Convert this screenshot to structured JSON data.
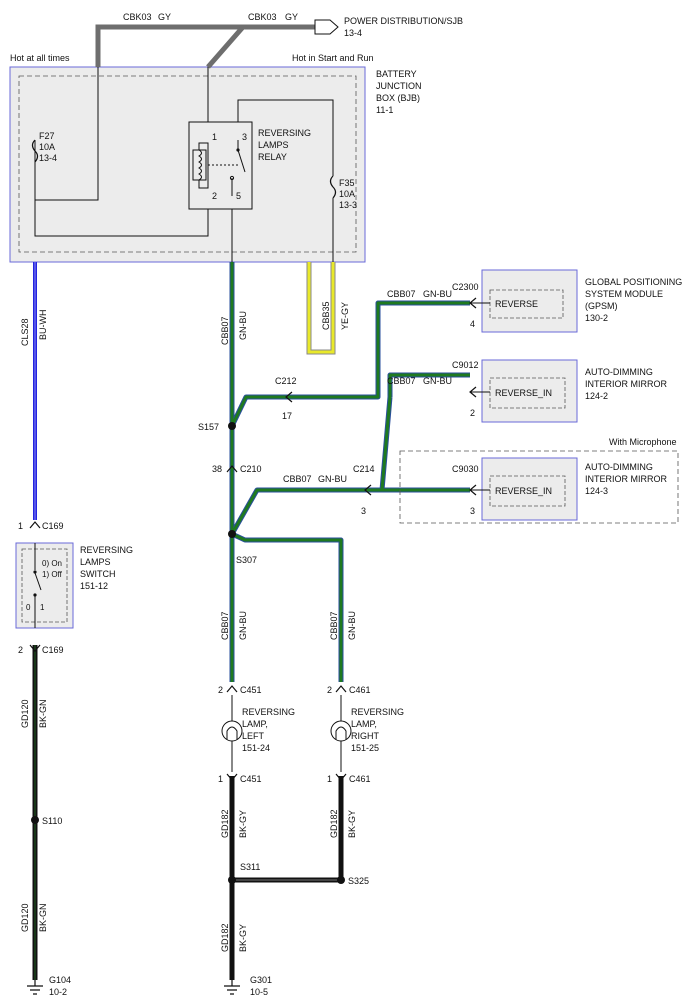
{
  "colors": {
    "gray_wire": "#6e6e6e",
    "bu_wh": "#2323e0",
    "gn_bu_outer": "#2a4f9c",
    "gn_bu_inner": "#1f7a1f",
    "ye_gy_outer": "#8a8a8a",
    "ye_gy_inner": "#e9e92a",
    "black": "#111111",
    "module_border": "#6a6ad8",
    "module_fill": "#ececec"
  },
  "power": {
    "label": "POWER DISTRIBUTION/SJB",
    "ref": "13-4",
    "wire1_circuit": "CBK03",
    "wire1_color": "GY",
    "wire2_circuit": "CBK03",
    "wire2_color": "GY"
  },
  "bjb": {
    "label_line1": "BATTERY",
    "label_line2": "JUNCTION",
    "label_line3": "BOX (BJB)",
    "ref": "11-1",
    "hot_left": "Hot at all times",
    "hot_right": "Hot in Start and Run",
    "fuse1": "F27",
    "fuse1_rating": "10A",
    "fuse1_ref": "13-4",
    "fuse2": "F35",
    "fuse2_rating": "10A",
    "fuse2_ref": "13-3",
    "relay_line1": "REVERSING",
    "relay_line2": "LAMPS",
    "relay_line3": "RELAY",
    "pin1": "1",
    "pin2": "2",
    "pin3": "3",
    "pin5": "5"
  },
  "wires": {
    "cls28": "CLS28",
    "cls28_color": "BU-WH",
    "cbb07_main": "CBB07",
    "cbb07_main_color": "GN-BU",
    "cbb35": "CBB35",
    "cbb35_color": "YE-GY",
    "cbb07_gpsm": "CBB07",
    "cbb07_gpsm_color": "GN-BU",
    "cbb07_mirror1": "CBB07",
    "cbb07_mirror1_color": "GN-BU",
    "cbb07_mirror2": "CBB07",
    "cbb07_mirror2_color": "GN-BU",
    "cbb07_left": "CBB07",
    "cbb07_left_color": "GN-BU",
    "cbb07_right": "CBB07",
    "cbb07_right_color": "GN-BU",
    "gd120_a": "GD120",
    "gd120_a_color": "BK-GN",
    "gd120_b": "GD120",
    "gd120_b_color": "BK-GN",
    "gd182_left": "GD182",
    "gd182_left_color": "BK-GY",
    "gd182_right": "GD182",
    "gd182_right_color": "BK-GY",
    "gd182_bottom": "GD182",
    "gd182_bottom_color": "BK-GY"
  },
  "connectors": {
    "c2300": "C2300",
    "c2300_pin": "4",
    "c9012": "C9012",
    "c9012_pin": "2",
    "c9030": "C9030",
    "c9030_pin": "3",
    "c212": "C212",
    "c212_pin": "17",
    "c210": "C210",
    "c210_pin": "38",
    "c214": "C214",
    "c214_pin": "3",
    "c169_top": "C169",
    "c169_top_pin": "1",
    "c169_bot": "C169",
    "c169_bot_pin": "2",
    "c451_top": "C451",
    "c451_top_pin": "2",
    "c451_bot": "C451",
    "c451_bot_pin": "1",
    "c461_top": "C461",
    "c461_top_pin": "2",
    "c461_bot": "C461",
    "c461_bot_pin": "1"
  },
  "splices": {
    "s157": "S157",
    "s307": "S307",
    "s110": "S110",
    "s311": "S311",
    "s325": "S325"
  },
  "grounds": {
    "g104": "G104",
    "g104_ref": "10-2",
    "g301": "G301",
    "g301_ref": "10-5"
  },
  "modules": {
    "gpsm_pin_name": "REVERSE",
    "gpsm_line1": "GLOBAL POSITIONING",
    "gpsm_line2": "SYSTEM MODULE",
    "gpsm_line3": "(GPSM)",
    "gpsm_ref": "130-2",
    "mirror1_pin_name": "REVERSE_IN",
    "mirror1_line1": "AUTO-DIMMING",
    "mirror1_line2": "INTERIOR MIRROR",
    "mirror1_ref": "124-2",
    "with_microphone": "With Microphone",
    "mirror2_pin_name": "REVERSE_IN",
    "mirror2_line1": "AUTO-DIMMING",
    "mirror2_line2": "INTERIOR MIRROR",
    "mirror2_ref": "124-3"
  },
  "switch": {
    "line1": "REVERSING",
    "line2": "LAMPS",
    "line3": "SWITCH",
    "ref": "151-12",
    "state0": "0) On",
    "state1": "1) Off",
    "pos0": "0",
    "pos1": "1"
  },
  "lamps": {
    "left_line1": "REVERSING",
    "left_line2": "LAMP,",
    "left_line3": "LEFT",
    "left_ref": "151-24",
    "right_line1": "REVERSING",
    "right_line2": "LAMP,",
    "right_line3": "RIGHT",
    "right_ref": "151-25"
  }
}
